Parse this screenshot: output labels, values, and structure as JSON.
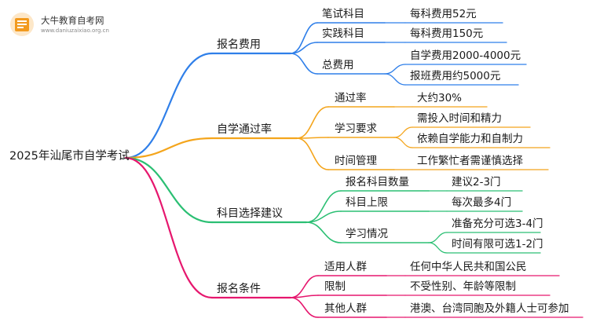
{
  "logo": {
    "title": "大牛教育自考网",
    "url": "www.daniuzaixiao.org.cn"
  },
  "root": "2025年汕尾市自学考试",
  "colors": {
    "blue": "#2f7fe9",
    "orange": "#f4a51c",
    "green": "#2bbf73",
    "pink": "#e6176e"
  },
  "branches": [
    {
      "label": "报名费用",
      "color": "blue",
      "items": [
        {
          "label": "笔试科目",
          "leaves": [
            "每科费用52元"
          ]
        },
        {
          "label": "实践科目",
          "leaves": [
            "每科费用150元"
          ]
        },
        {
          "label": "总费用",
          "leaves": [
            "自学费用2000-4000元",
            "报班费用约5000元"
          ]
        }
      ]
    },
    {
      "label": "自学通过率",
      "color": "orange",
      "items": [
        {
          "label": "通过率",
          "leaves": [
            "大约30%"
          ]
        },
        {
          "label": "学习要求",
          "leaves": [
            "需投入时间和精力",
            "依赖自学能力和自制力"
          ]
        },
        {
          "label": "时间管理",
          "leaves": [
            "工作繁忙者需谨慎选择"
          ]
        }
      ]
    },
    {
      "label": "科目选择建议",
      "color": "green",
      "items": [
        {
          "label": "报名科目数量",
          "leaves": [
            "建议2-3门"
          ]
        },
        {
          "label": "科目上限",
          "leaves": [
            "每次最多4门"
          ]
        },
        {
          "label": "学习情况",
          "leaves": [
            "准备充分可选3-4门",
            "时间有限可选1-2门"
          ]
        }
      ]
    },
    {
      "label": "报名条件",
      "color": "pink",
      "items": [
        {
          "label": "适用人群",
          "leaves": [
            "任何中华人民共和国公民"
          ]
        },
        {
          "label": "限制",
          "leaves": [
            "不受性别、年龄等限制"
          ]
        },
        {
          "label": "其他人群",
          "leaves": [
            "港澳、台湾同胞及外籍人士可参加"
          ]
        }
      ]
    }
  ]
}
